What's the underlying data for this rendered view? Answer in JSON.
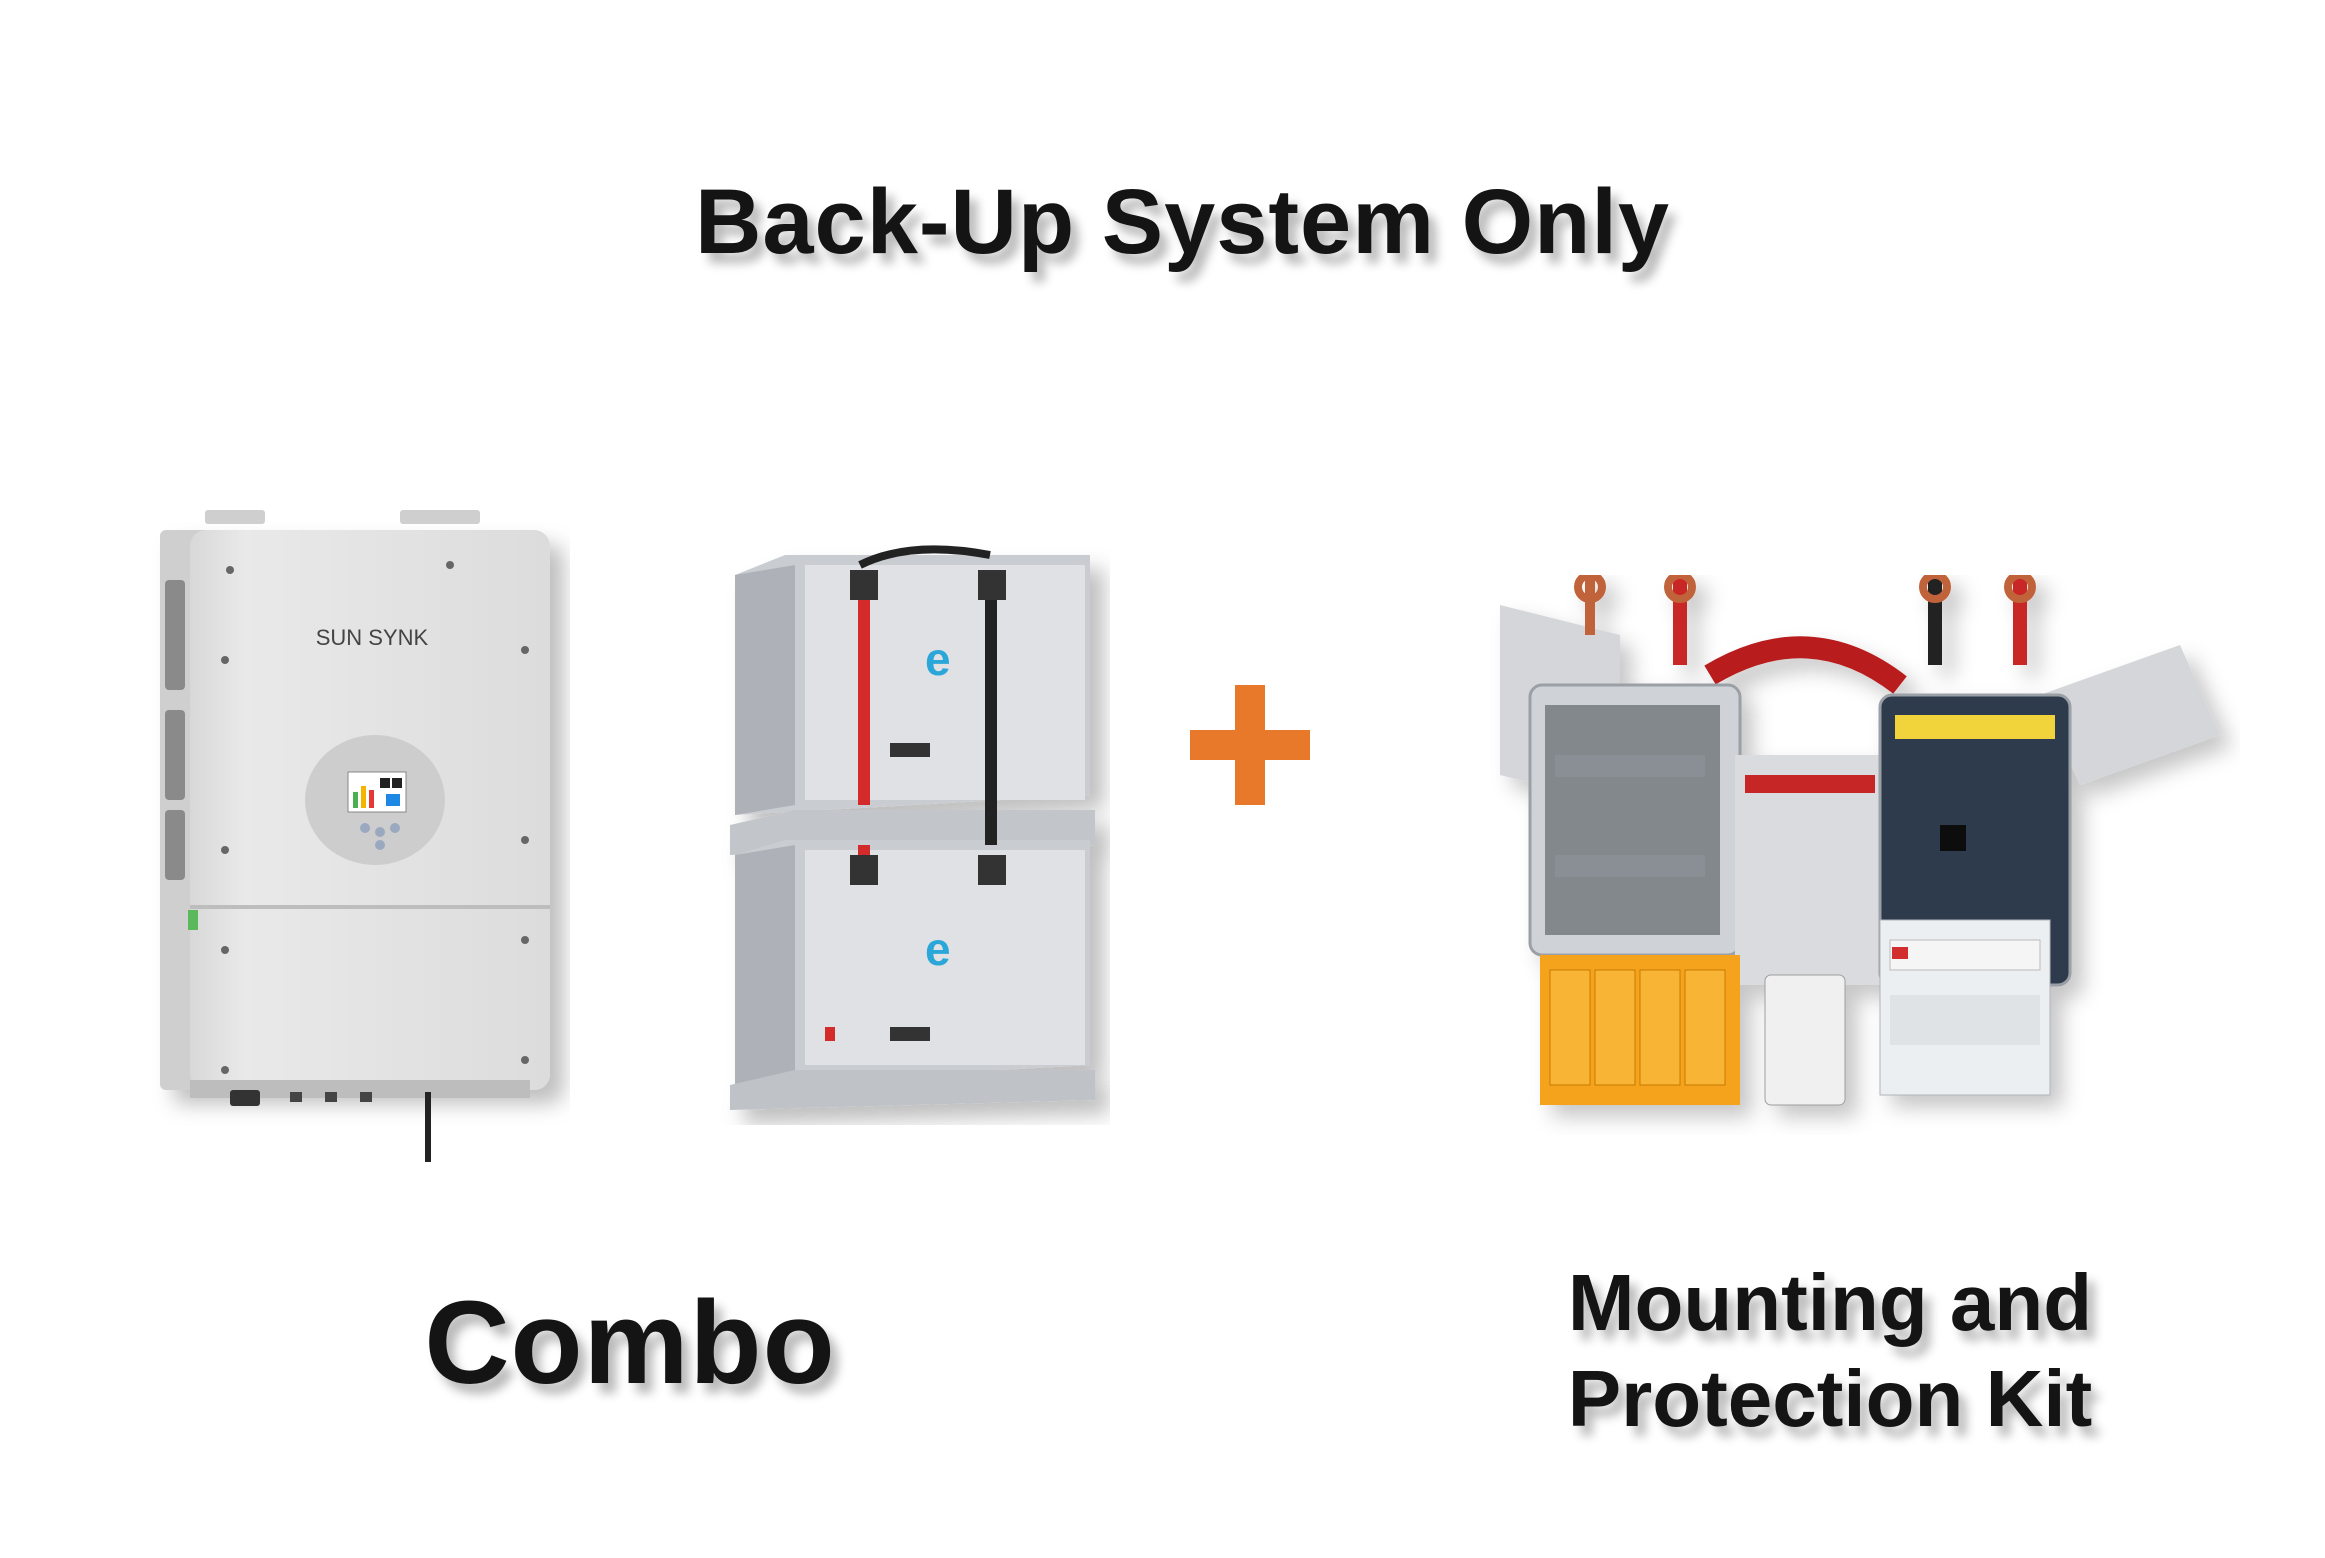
{
  "title": "Back-Up System Only",
  "products": {
    "combo": {
      "label": "Combo",
      "inverter_brand": "SUN SYNK"
    },
    "kit": {
      "label_line1": "Mounting and",
      "label_line2": "Protection Kit"
    }
  },
  "colors": {
    "plus": "#e8782a",
    "text": "#141414",
    "background": "#ffffff"
  }
}
